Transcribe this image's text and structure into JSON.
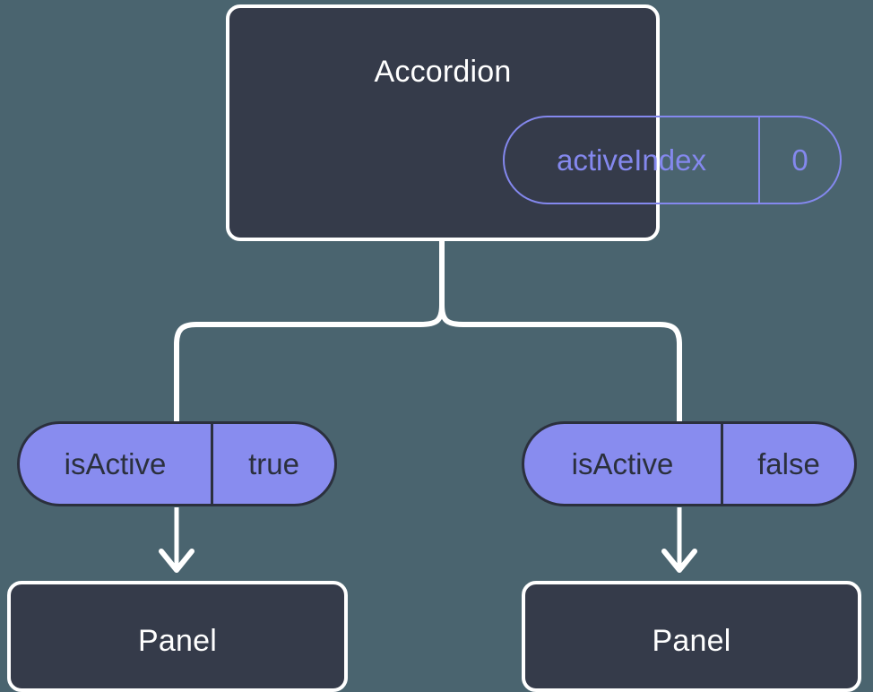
{
  "diagram": {
    "type": "component-state-tree",
    "background_color": "#4a646f",
    "node_fill_color": "#353b4a",
    "node_border_color": "#ffffff",
    "accent_color": "#888cef",
    "accent_outline_color": "#8488ee",
    "dark_text_color": "#2b303d",
    "connector_color": "#ffffff"
  },
  "root": {
    "title": "Accordion",
    "state": {
      "key": "activeIndex",
      "value": "0"
    }
  },
  "branches": [
    {
      "prop": {
        "key": "isActive",
        "value": "true"
      },
      "child": {
        "title": "Panel"
      }
    },
    {
      "prop": {
        "key": "isActive",
        "value": "false"
      },
      "child": {
        "title": "Panel"
      }
    }
  ]
}
